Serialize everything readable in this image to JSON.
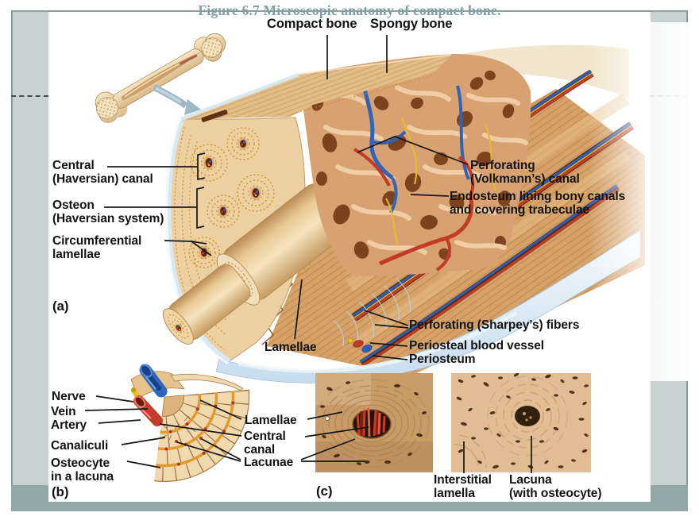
{
  "figure": {
    "title": "Figure 6.7  Microscopic anatomy of compact bone.",
    "panel_labels": {
      "a": "(a)",
      "b": "(b)",
      "c": "(c)"
    },
    "top_labels": {
      "compact_bone": "Compact bone",
      "spongy_bone": "Spongy bone"
    },
    "section_a_labels": {
      "central_canal": "Central\n(Haversian) canal",
      "osteon": "Osteon\n(Haversian system)",
      "circumferential_lamellae": "Circumferential\nlamellae",
      "perforating_volkmann": "Perforating\n(Volkmann’s) canal",
      "endosteum": "Endosteum lining bony canals\nand covering trabeculae",
      "lamellae": "Lamellae",
      "sharpeys_fibers": "Perforating (Sharpey’s) fibers",
      "periosteal_vessel": "Periosteal blood vessel",
      "periosteum": "Periosteum"
    },
    "section_b_labels": {
      "nerve": "Nerve",
      "vein": "Vein",
      "artery": "Artery",
      "canaliculi": "Canaliculi",
      "osteocyte": "Osteocyte\nin a lacuna"
    },
    "section_bc_shared_labels": {
      "lamellae": "Lamellae",
      "central_canal": "Central\ncanal",
      "lacunae": "Lacunae"
    },
    "section_c_labels": {
      "interstitial_lamella": "Interstitial\nlamella",
      "lacuna_osteocyte": "Lacuna\n(with osteocyte)"
    },
    "colors": {
      "title_accent": "#7d9fa0",
      "sidebar": "#c8d2d0",
      "footer_band": "#92a8a6",
      "bone_tan": "#edd0a2",
      "spongy_tan": "#d8a171",
      "artery_red": "#c23b27",
      "vein_blue": "#2a5fb8",
      "nerve_yellow": "#e3bd2a",
      "periosteum_blue": "#d8e8f4",
      "label_text": "#131313"
    }
  }
}
